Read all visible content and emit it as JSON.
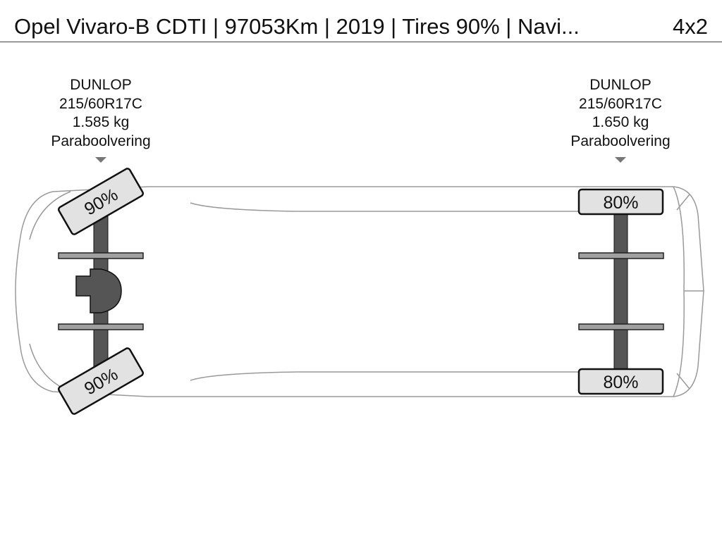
{
  "header": {
    "title": "Opel Vivaro-B CDTI | 97053Km | 2019 | Tires 90% | Navi...",
    "axle_config": "4x2"
  },
  "axles": [
    {
      "brand": "DUNLOP",
      "tire_size": "215/60R17C",
      "load": "1.585 kg",
      "suspension": "Paraboolvering",
      "tire_left": "90%",
      "tire_right": "90%"
    },
    {
      "brand": "DUNLOP",
      "tire_size": "215/60R17C",
      "load": "1.650 kg",
      "suspension": "Paraboolvering",
      "tire_left": "80%",
      "tire_right": "80%"
    }
  ],
  "colors": {
    "outline": "#9a9a9a",
    "shaft": "#555555",
    "tire_fill": "#e2e2e2",
    "tire_stroke": "#111111",
    "marker": "#777777"
  }
}
